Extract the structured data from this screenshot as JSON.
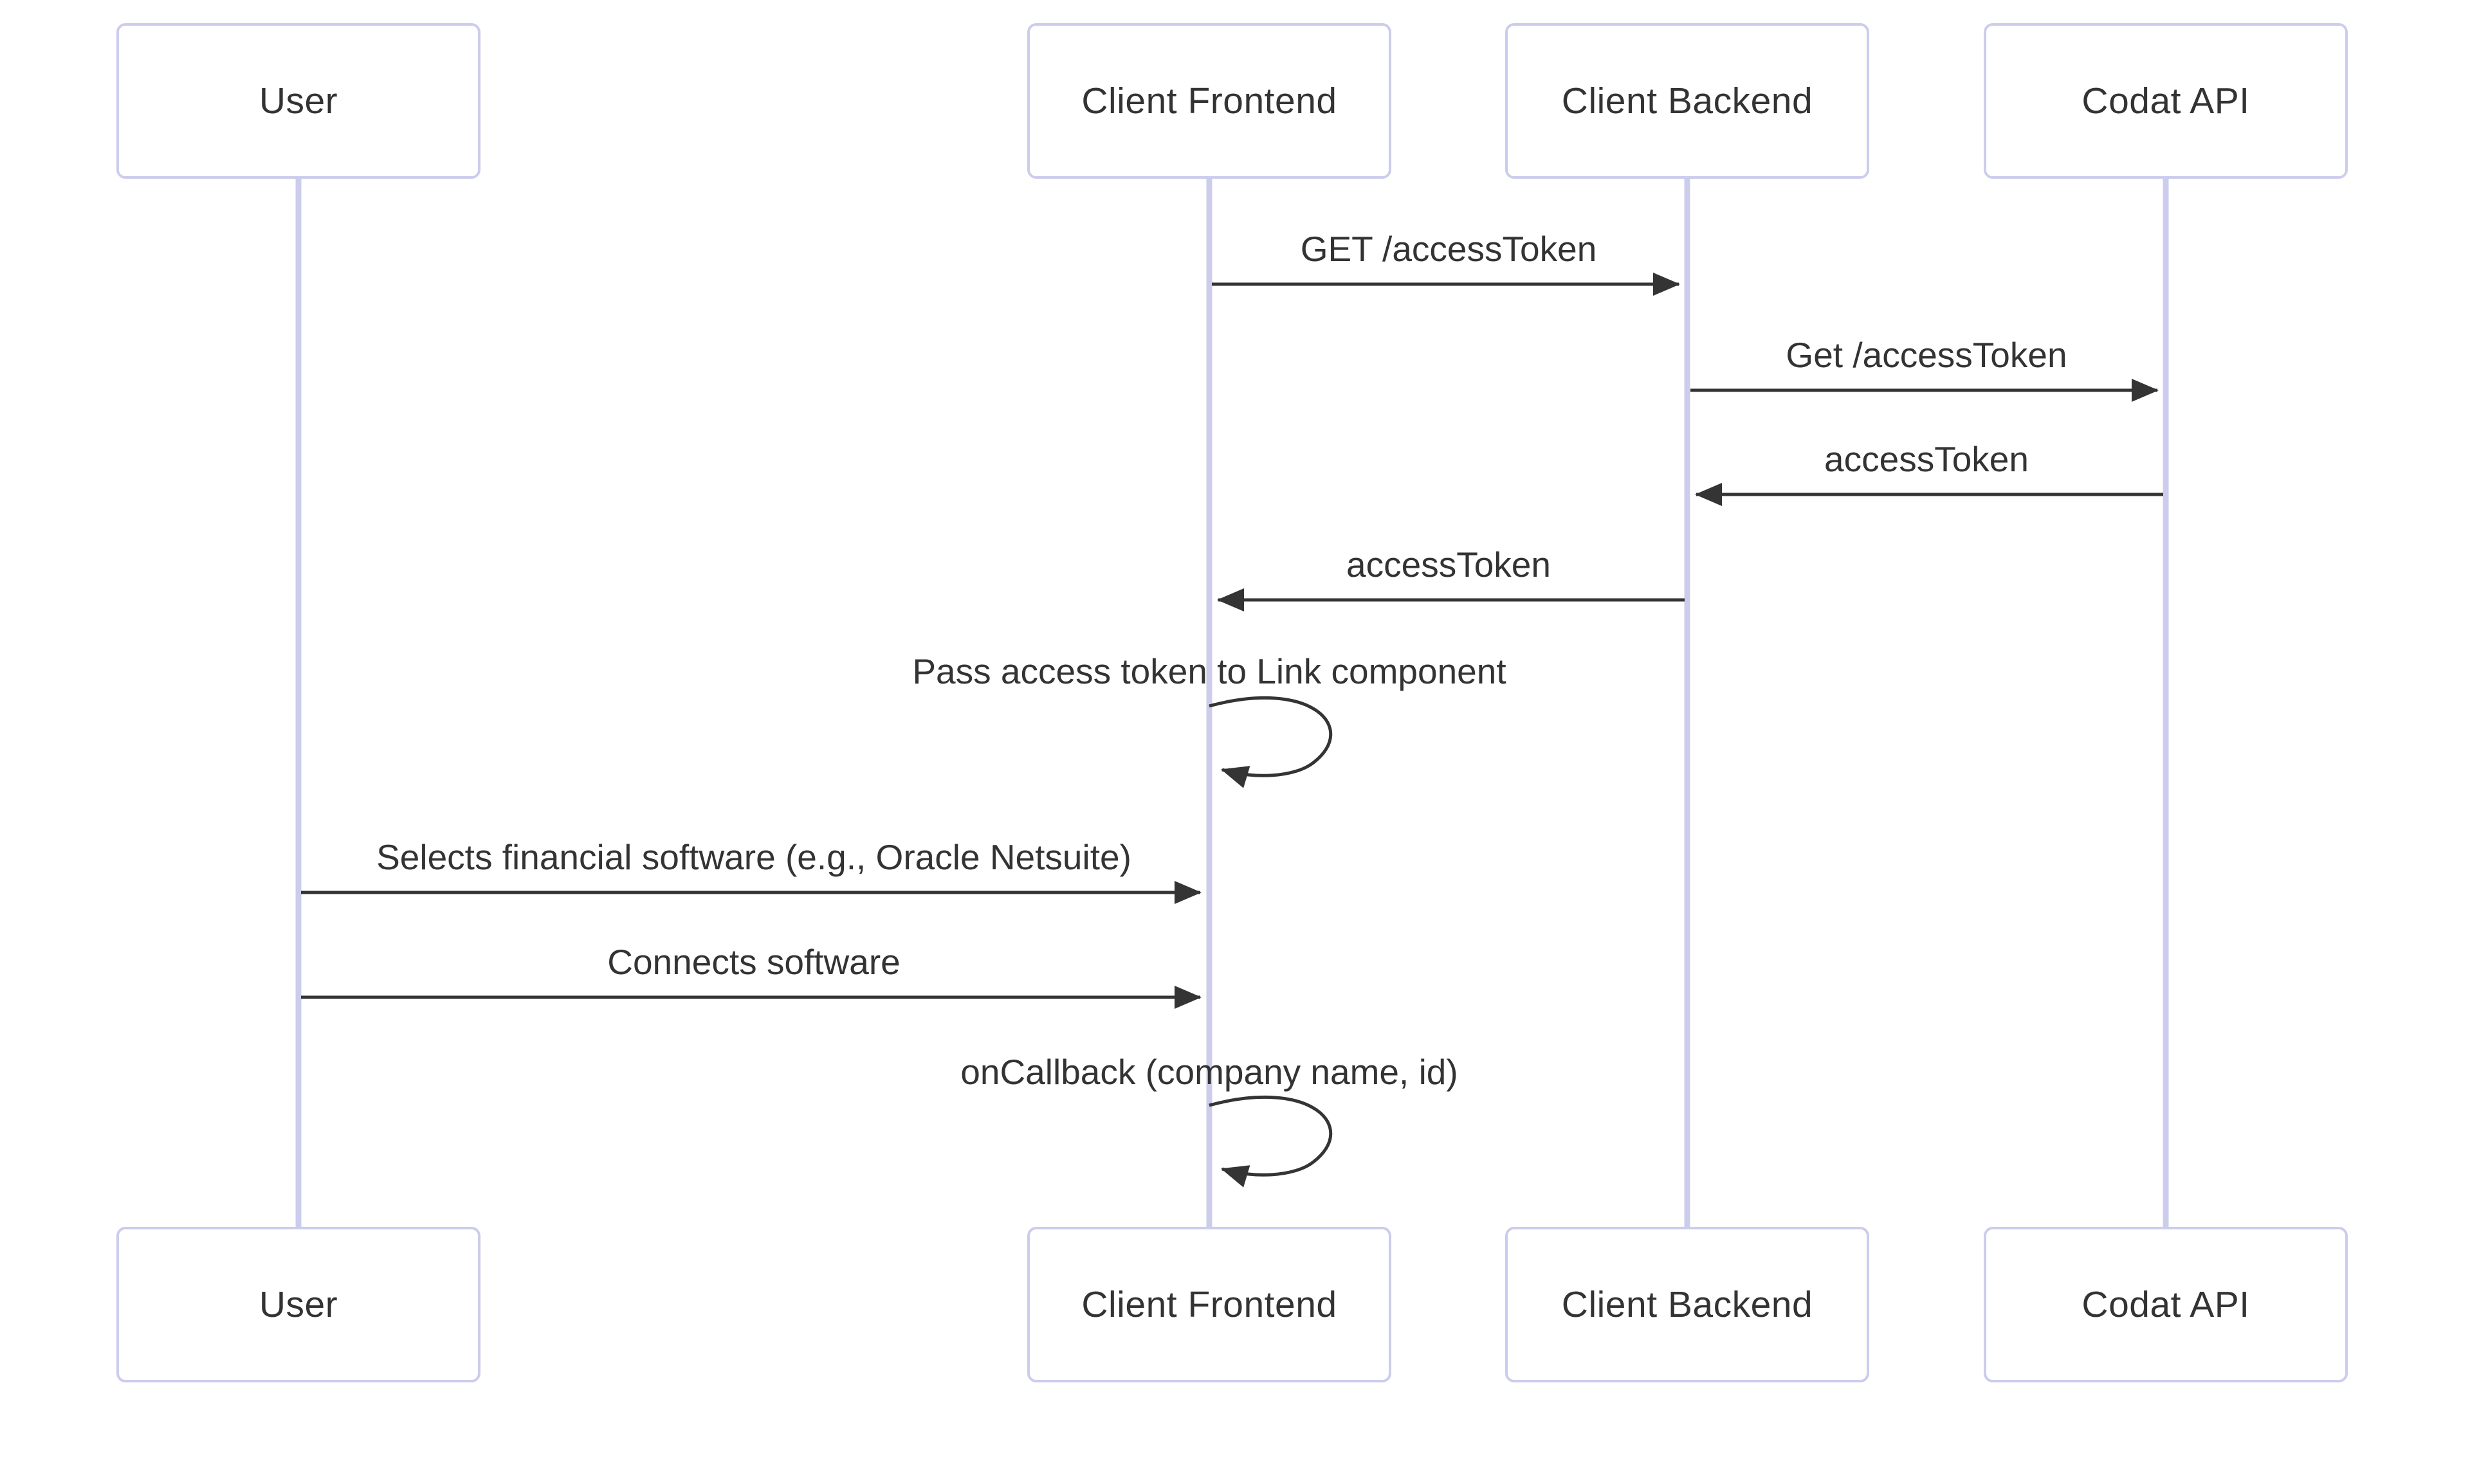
{
  "diagram": {
    "kind": "sequence-diagram",
    "actors": [
      {
        "id": "user",
        "label": "User"
      },
      {
        "id": "client-frontend",
        "label": "Client Frontend"
      },
      {
        "id": "client-backend",
        "label": "Client Backend"
      },
      {
        "id": "codat-api",
        "label": "Codat API"
      }
    ],
    "messages": [
      {
        "from": "Client Frontend",
        "to": "Client Backend",
        "type": "solid-arrow",
        "direction": "right",
        "label": "GET /accessToken"
      },
      {
        "from": "Client Backend",
        "to": "Codat API",
        "type": "solid-arrow",
        "direction": "right",
        "label": "Get /accessToken"
      },
      {
        "from": "Codat API",
        "to": "Client Backend",
        "type": "solid-arrow",
        "direction": "left",
        "label": "accessToken"
      },
      {
        "from": "Client Backend",
        "to": "Client Frontend",
        "type": "solid-arrow",
        "direction": "left",
        "label": "accessToken"
      },
      {
        "from": "Client Frontend",
        "to": "Client Frontend",
        "type": "self-loop",
        "direction": "self",
        "label": "Pass access token to Link component"
      },
      {
        "from": "User",
        "to": "Client Frontend",
        "type": "solid-arrow",
        "direction": "right",
        "label": "Selects financial software (e.g., Oracle Netsuite)"
      },
      {
        "from": "User",
        "to": "Client Frontend",
        "type": "solid-arrow",
        "direction": "right",
        "label": "Connects software"
      },
      {
        "from": "Client Frontend",
        "to": "Client Frontend",
        "type": "self-loop",
        "direction": "self",
        "label": "onCallback (company name, id)"
      }
    ],
    "colors": {
      "actor_border": "#ccccec",
      "lifeline": "#ccccec",
      "arrow": "#343434",
      "text": "#333333",
      "background": "#ffffff"
    }
  }
}
